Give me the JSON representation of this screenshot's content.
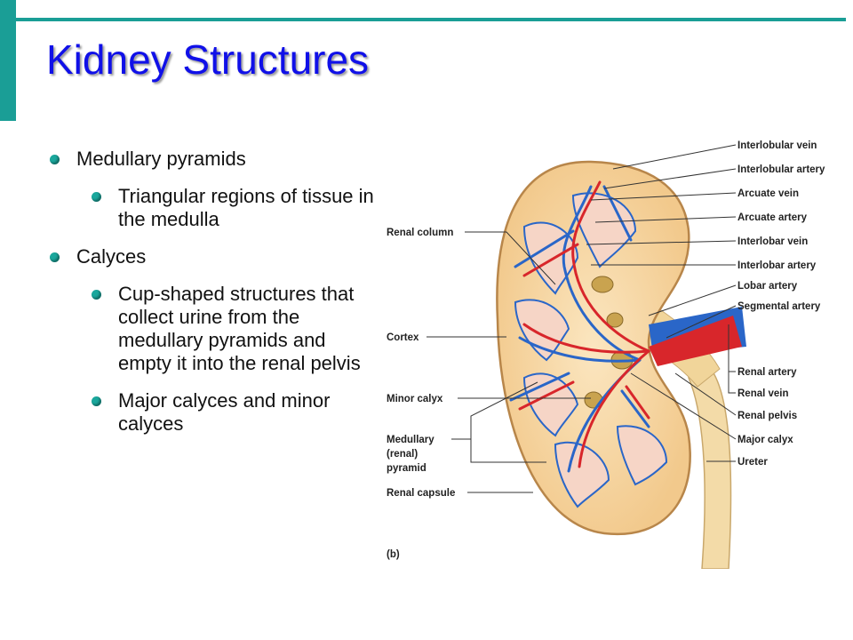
{
  "slide": {
    "title": "Kidney Structures",
    "bullets": [
      {
        "text": "Medullary pyramids",
        "sub": [
          {
            "text": "Triangular regions of tissue in the medulla"
          }
        ]
      },
      {
        "text": "Calyces",
        "sub": [
          {
            "text": "Cup-shaped structures that collect urine from the medullary pyramids and empty it into the renal pelvis"
          },
          {
            "text": "Major calyces and minor calyces"
          }
        ]
      }
    ]
  },
  "figure": {
    "panel_label": "(b)",
    "labels_right": [
      "Interlobular vein",
      "Interlobular artery",
      "Arcuate vein",
      "Arcuate artery",
      "Interlobar vein",
      "Interlobar artery",
      "Lobar artery",
      "Segmental artery",
      "Renal artery",
      "Renal vein",
      "Renal pelvis",
      "Major calyx",
      "Ureter"
    ],
    "labels_left": {
      "renal_column": "Renal column",
      "cortex": "Cortex",
      "minor_calyx": "Minor calyx",
      "medullary_1": "Medullary",
      "medullary_2": "(renal)",
      "medullary_3": "pyramid",
      "renal_capsule": "Renal capsule"
    }
  },
  "colors": {
    "accent": "#1a9e96",
    "title": "#1010e8",
    "artery": "#d8262b",
    "vein": "#2a66c8"
  }
}
